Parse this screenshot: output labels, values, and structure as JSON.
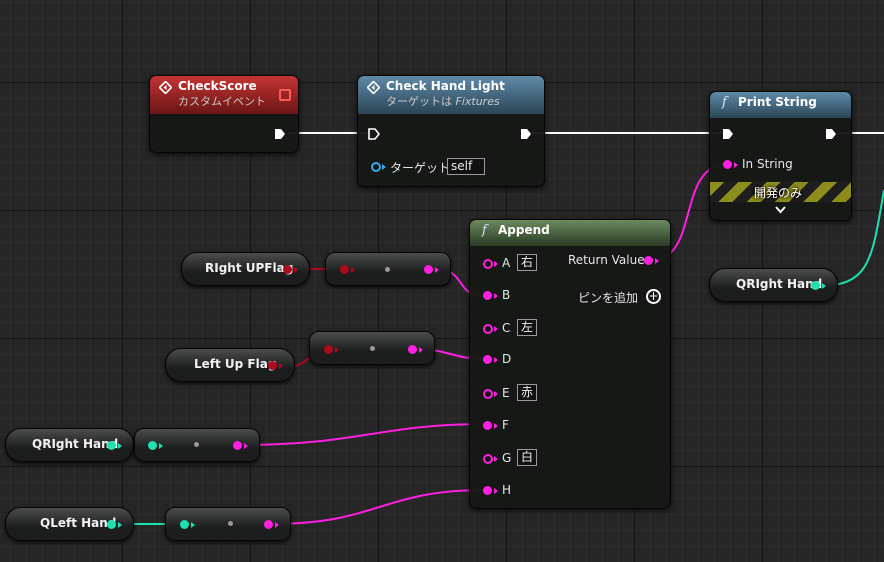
{
  "nodes": {
    "check_score": {
      "title": "CheckScore",
      "subtitle": "カスタムイベント"
    },
    "check_hand_light": {
      "title": "Check Hand Light",
      "subtitle_prefix": "ターゲットは ",
      "subtitle_target": "Fixtures",
      "target_label": "ターゲット",
      "target_value": "self"
    },
    "print_string": {
      "title": "Print String",
      "in_string_label": "In String",
      "dev_only": "開発のみ"
    },
    "append": {
      "title": "Append",
      "return_label": "Return Value",
      "add_pin_label": "ピンを追加",
      "pins": [
        {
          "label": "A",
          "value": "右"
        },
        {
          "label": "B",
          "value": ""
        },
        {
          "label": "C",
          "value": "左"
        },
        {
          "label": "D",
          "value": ""
        },
        {
          "label": "E",
          "value": "赤"
        },
        {
          "label": "F",
          "value": ""
        },
        {
          "label": "G",
          "value": "白"
        },
        {
          "label": "H",
          "value": ""
        }
      ]
    }
  },
  "variables": {
    "right_up_flag": "RIght UPFlag",
    "left_up_flag": "Left Up Flag",
    "qright_hand_1": "QRIght Hand",
    "qright_hand_2": "QRIght Hand",
    "qleft_hand": "QLeft Hand"
  },
  "colors": {
    "string_pin": "#ff1fe0",
    "bool_pin": "#b0081c",
    "object_pin": "#1ee0b0",
    "target_pin": "#3aa7e8",
    "event_header": "#c43434",
    "call_header": "#5f8aa8",
    "pure_header": "#6b8b5f"
  }
}
